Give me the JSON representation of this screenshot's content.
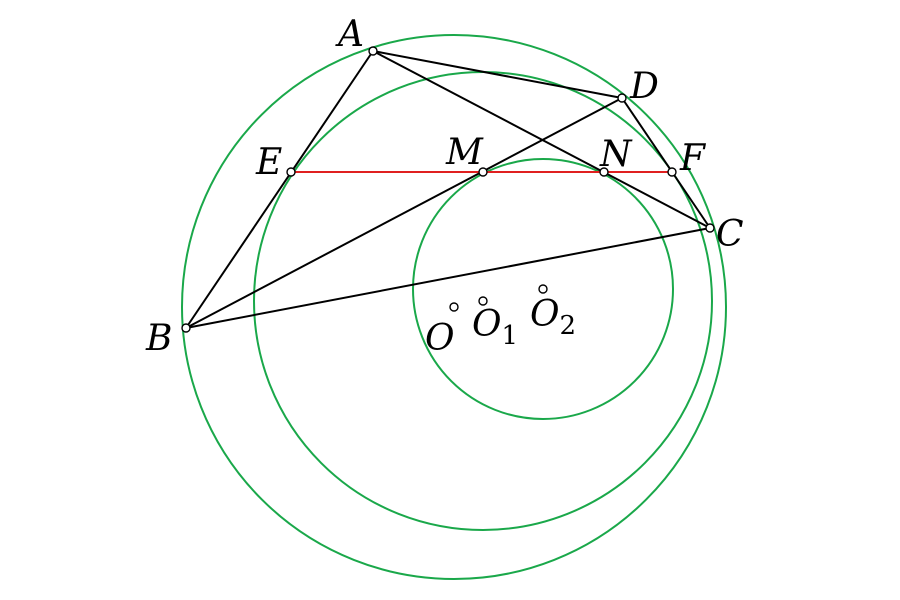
{
  "colors": {
    "circles": "#1aa84a",
    "segments": "#000000",
    "midline": "#e02020",
    "point_fill": "#ffffff"
  },
  "circles": [
    {
      "id": "circle-o",
      "center": "O"
    },
    {
      "id": "circle-o1",
      "center": "O1"
    },
    {
      "id": "circle-o2",
      "center": "O2"
    }
  ],
  "points": {
    "A": {
      "letter": "A",
      "sub": ""
    },
    "B": {
      "letter": "B",
      "sub": ""
    },
    "C": {
      "letter": "C",
      "sub": ""
    },
    "D": {
      "letter": "D",
      "sub": ""
    },
    "E": {
      "letter": "E",
      "sub": ""
    },
    "F": {
      "letter": "F",
      "sub": ""
    },
    "M": {
      "letter": "M",
      "sub": ""
    },
    "N": {
      "letter": "N",
      "sub": ""
    },
    "O": {
      "letter": "O",
      "sub": ""
    },
    "O1": {
      "letter": "O",
      "sub": "1"
    },
    "O2": {
      "letter": "O",
      "sub": "2"
    }
  },
  "segments": [
    [
      "A",
      "B"
    ],
    [
      "A",
      "D"
    ],
    [
      "A",
      "C"
    ],
    [
      "B",
      "C"
    ],
    [
      "B",
      "D"
    ],
    [
      "D",
      "C"
    ]
  ],
  "midline": [
    "E",
    "F"
  ]
}
